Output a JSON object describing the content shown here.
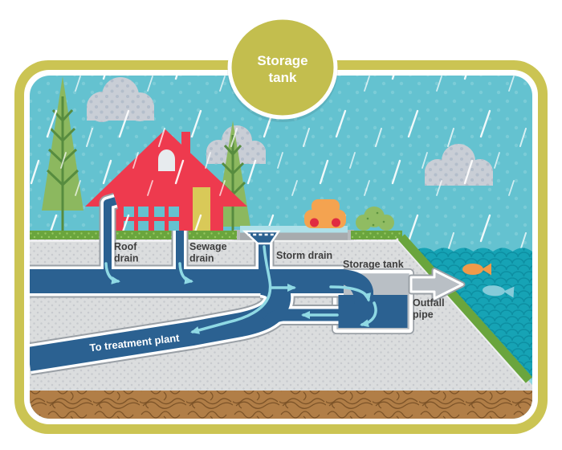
{
  "badge": {
    "line1": "Storage",
    "line2": "tank"
  },
  "labels": {
    "roof_drain": {
      "line1": "Roof",
      "line2": "drain"
    },
    "sewage_drain": {
      "line1": "Sewage",
      "line2": "drain"
    },
    "storm_drain": "Storm drain",
    "storage_tank": "Storage tank",
    "outfall_pipe": {
      "line1": "Outfall",
      "line2": "pipe"
    },
    "treatment": "To treatment plant"
  },
  "colors": {
    "frame_olive": "#cbc453",
    "badge_olive": "#c3be4e",
    "sky_teal": "#64c2d0",
    "water_teal": "#16a3b5",
    "pipe_blue": "#2b6191",
    "flow_arrow_blue": "#8fd9e4",
    "house_red": "#ee3a4e",
    "door_yellow": "#d9c958",
    "grass_green": "#6aa53d",
    "tree_green": "#8cb85f",
    "cloud_gray": "#c9ced6",
    "underground_gray": "#dbddde",
    "tank_gray": "#b9bfc5",
    "soil_brown": "#b17e47",
    "car_orange": "#f4a350",
    "fish_orange": "#f09a4a",
    "fish_blue": "#85cbd9",
    "label_text": "#3e3e3e"
  },
  "icons": [
    "rain-cloud-icon",
    "pine-tree-icon",
    "house-icon",
    "car-icon",
    "bush-icon",
    "fish-icon",
    "storm-drain-grate-icon",
    "flow-arrow-icon",
    "storage-tank-icon",
    "outfall-pipe-icon"
  ]
}
